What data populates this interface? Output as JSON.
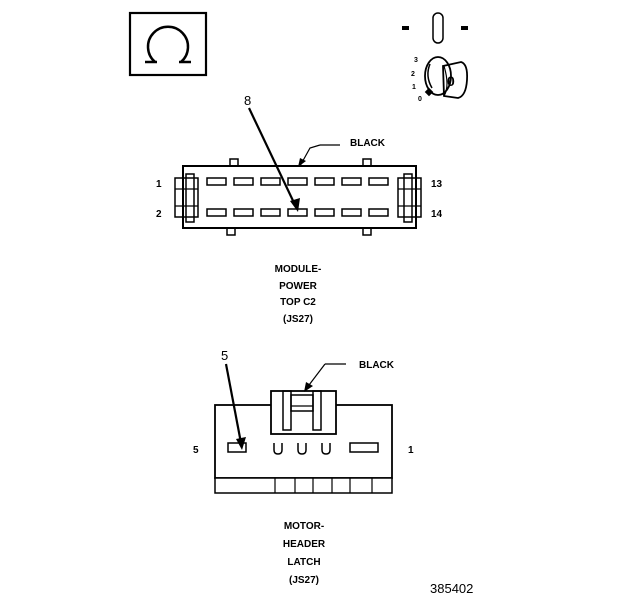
{
  "connector_1": {
    "color_label": "BLACK",
    "pin_callout": "8",
    "pin_top_left": "1",
    "pin_bottom_left": "2",
    "pin_top_right": "13",
    "pin_bottom_right": "14",
    "caption": [
      "MODULE-",
      "POWER",
      "TOP C2",
      "(JS27)"
    ]
  },
  "connector_2": {
    "color_label": "BLACK",
    "pin_callout": "5",
    "pin_left": "5",
    "pin_right": "1",
    "caption": [
      "MOTOR-",
      "HEADER",
      "LATCH",
      "(JS27)"
    ]
  },
  "ignition_switch": {
    "positions": [
      "3",
      "2",
      "1",
      "0"
    ],
    "key_mark": "0"
  },
  "figure_number": "385402",
  "icons": [
    "omega-terminal-view-icon",
    "ignition-switch-icon"
  ]
}
